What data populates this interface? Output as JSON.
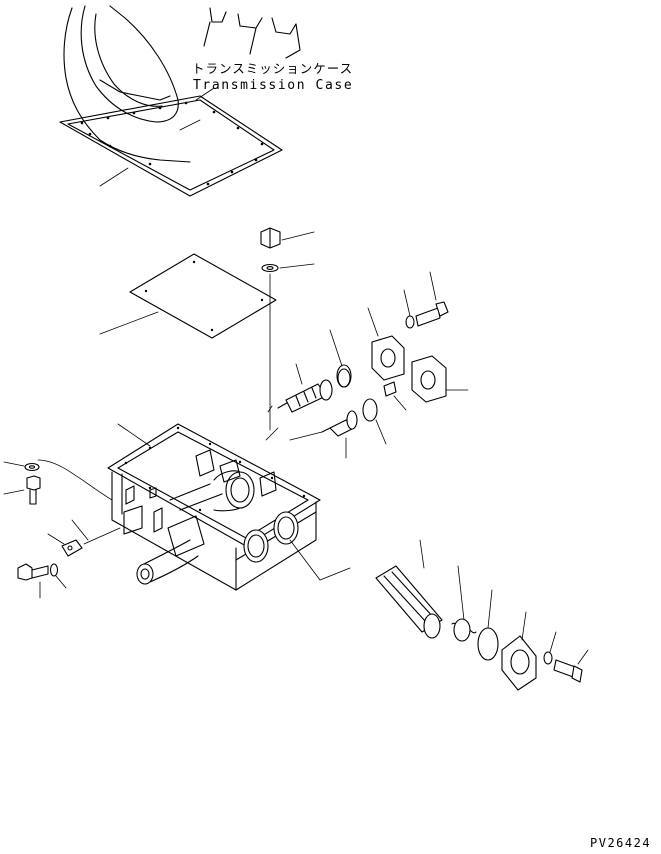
{
  "labels": {
    "case_jp": "トランスミッションケース",
    "case_en": "Transmission Case"
  },
  "drawing_code": "PV26424"
}
